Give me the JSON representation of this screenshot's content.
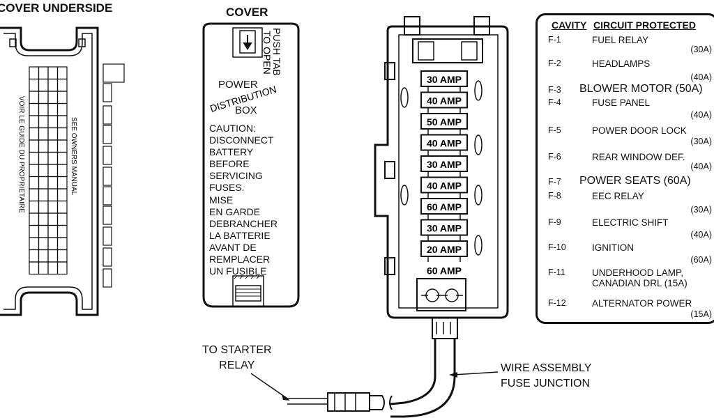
{
  "titles": {
    "cover_underside": "COVER UNDERSIDE",
    "cover": "COVER"
  },
  "underside_text": {
    "see_manual": "SEE OWNERS MANUAL",
    "voir_guide": "VOIR LE GUIDE DU PROPRIETAIRE"
  },
  "cover_text": {
    "push_tab": [
      "PUSH TAB",
      "TO OPEN"
    ],
    "power": "POWER",
    "distribution": "DISTRIBUTION",
    "box": "BOX",
    "caution": [
      "CAUTION:",
      "DISCONNECT",
      "BATTERY",
      "BEFORE",
      "SERVICING",
      "FUSES."
    ],
    "mise": [
      "MISE",
      "EN GARDE",
      "DEBRANCHER",
      "LA BATTERIE",
      "AVANT DE",
      "REMPLACER",
      "UN FUSIBLE"
    ]
  },
  "fuse_amps": [
    "30 AMP",
    "40 AMP",
    "50 AMP",
    "40 AMP",
    "30 AMP",
    "40 AMP",
    "60 AMP",
    "30 AMP",
    "20 AMP",
    "60 AMP"
  ],
  "callouts": {
    "starter": [
      "TO STARTER",
      "RELAY"
    ],
    "wire": [
      "WIRE ASSEMBLY",
      "FUSE JUNCTION"
    ]
  },
  "legend": {
    "header_cavity": "CAVITY",
    "header_circuit": "CIRCUIT PROTECTED",
    "rows": [
      {
        "cavity": "F-1",
        "circuit": "FUEL RELAY",
        "rating": "(30A)"
      },
      {
        "cavity": "F-2",
        "circuit": "HEADLAMPS",
        "rating": "(40A)"
      },
      {
        "cavity": "F-3",
        "circuit": "BLOWER MOTOR (50A)",
        "rating": ""
      },
      {
        "cavity": "F-4",
        "circuit": "FUSE PANEL",
        "rating": "(40A)"
      },
      {
        "cavity": "F-5",
        "circuit": "POWER DOOR LOCK",
        "rating": "(30A)"
      },
      {
        "cavity": "F-6",
        "circuit": "REAR WINDOW DEF.",
        "rating": "(40A)"
      },
      {
        "cavity": "F-7",
        "circuit": "POWER SEATS (60A)",
        "rating": ""
      },
      {
        "cavity": "F-8",
        "circuit": "EEC RELAY",
        "rating": "(30A)"
      },
      {
        "cavity": "F-9",
        "circuit": "ELECTRIC SHIFT",
        "rating": "(40A)"
      },
      {
        "cavity": "F-10",
        "circuit": "IGNITION",
        "rating": "(60A)"
      },
      {
        "cavity": "F-11",
        "circuit": "UNDERHOOD LAMP,\nCANADIAN DRL (15A)",
        "rating": ""
      },
      {
        "cavity": "F-12",
        "circuit": "ALTERNATOR POWER",
        "rating": "(15A)"
      }
    ]
  }
}
